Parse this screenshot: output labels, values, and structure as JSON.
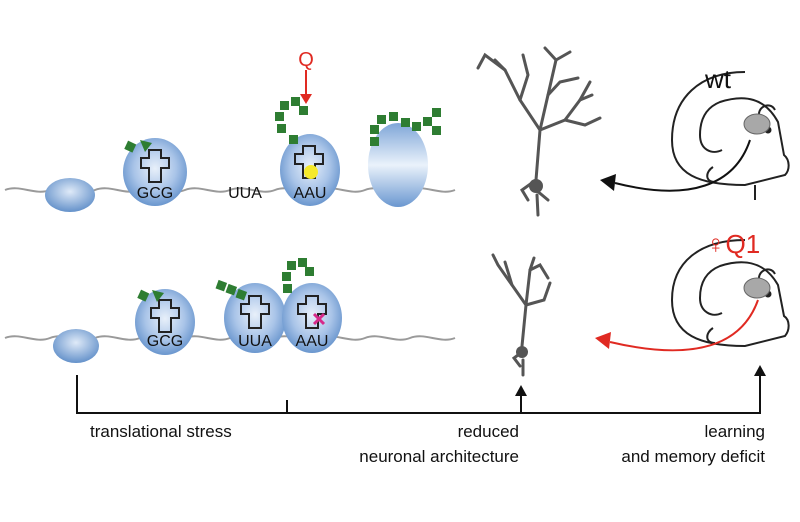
{
  "top_row": {
    "codons": [
      "GCG",
      "UUA",
      "AAU"
    ],
    "q_marker": "Q"
  },
  "bottom_row": {
    "codons": [
      "GCG",
      "UUA",
      "AAU"
    ]
  },
  "mice": {
    "top_label": "wt",
    "bottom_label": "♀Q1"
  },
  "outcomes": {
    "translational_stress": "translational stress",
    "neuronal_line1": "reduced",
    "neuronal_line2": "neuronal architecture",
    "learning_line1": "learning",
    "learning_line2": "and memory deficit"
  },
  "colors": {
    "ribosome": "#7fa6d8",
    "ribosome_light": "#e8f0fa",
    "peptide": "#2e7d32",
    "q_red": "#e02a22",
    "mutation": "#d62a8a",
    "yellow_dot": "#f5e92a",
    "neuron": "#555555",
    "mrna": "#9a9a9a"
  }
}
